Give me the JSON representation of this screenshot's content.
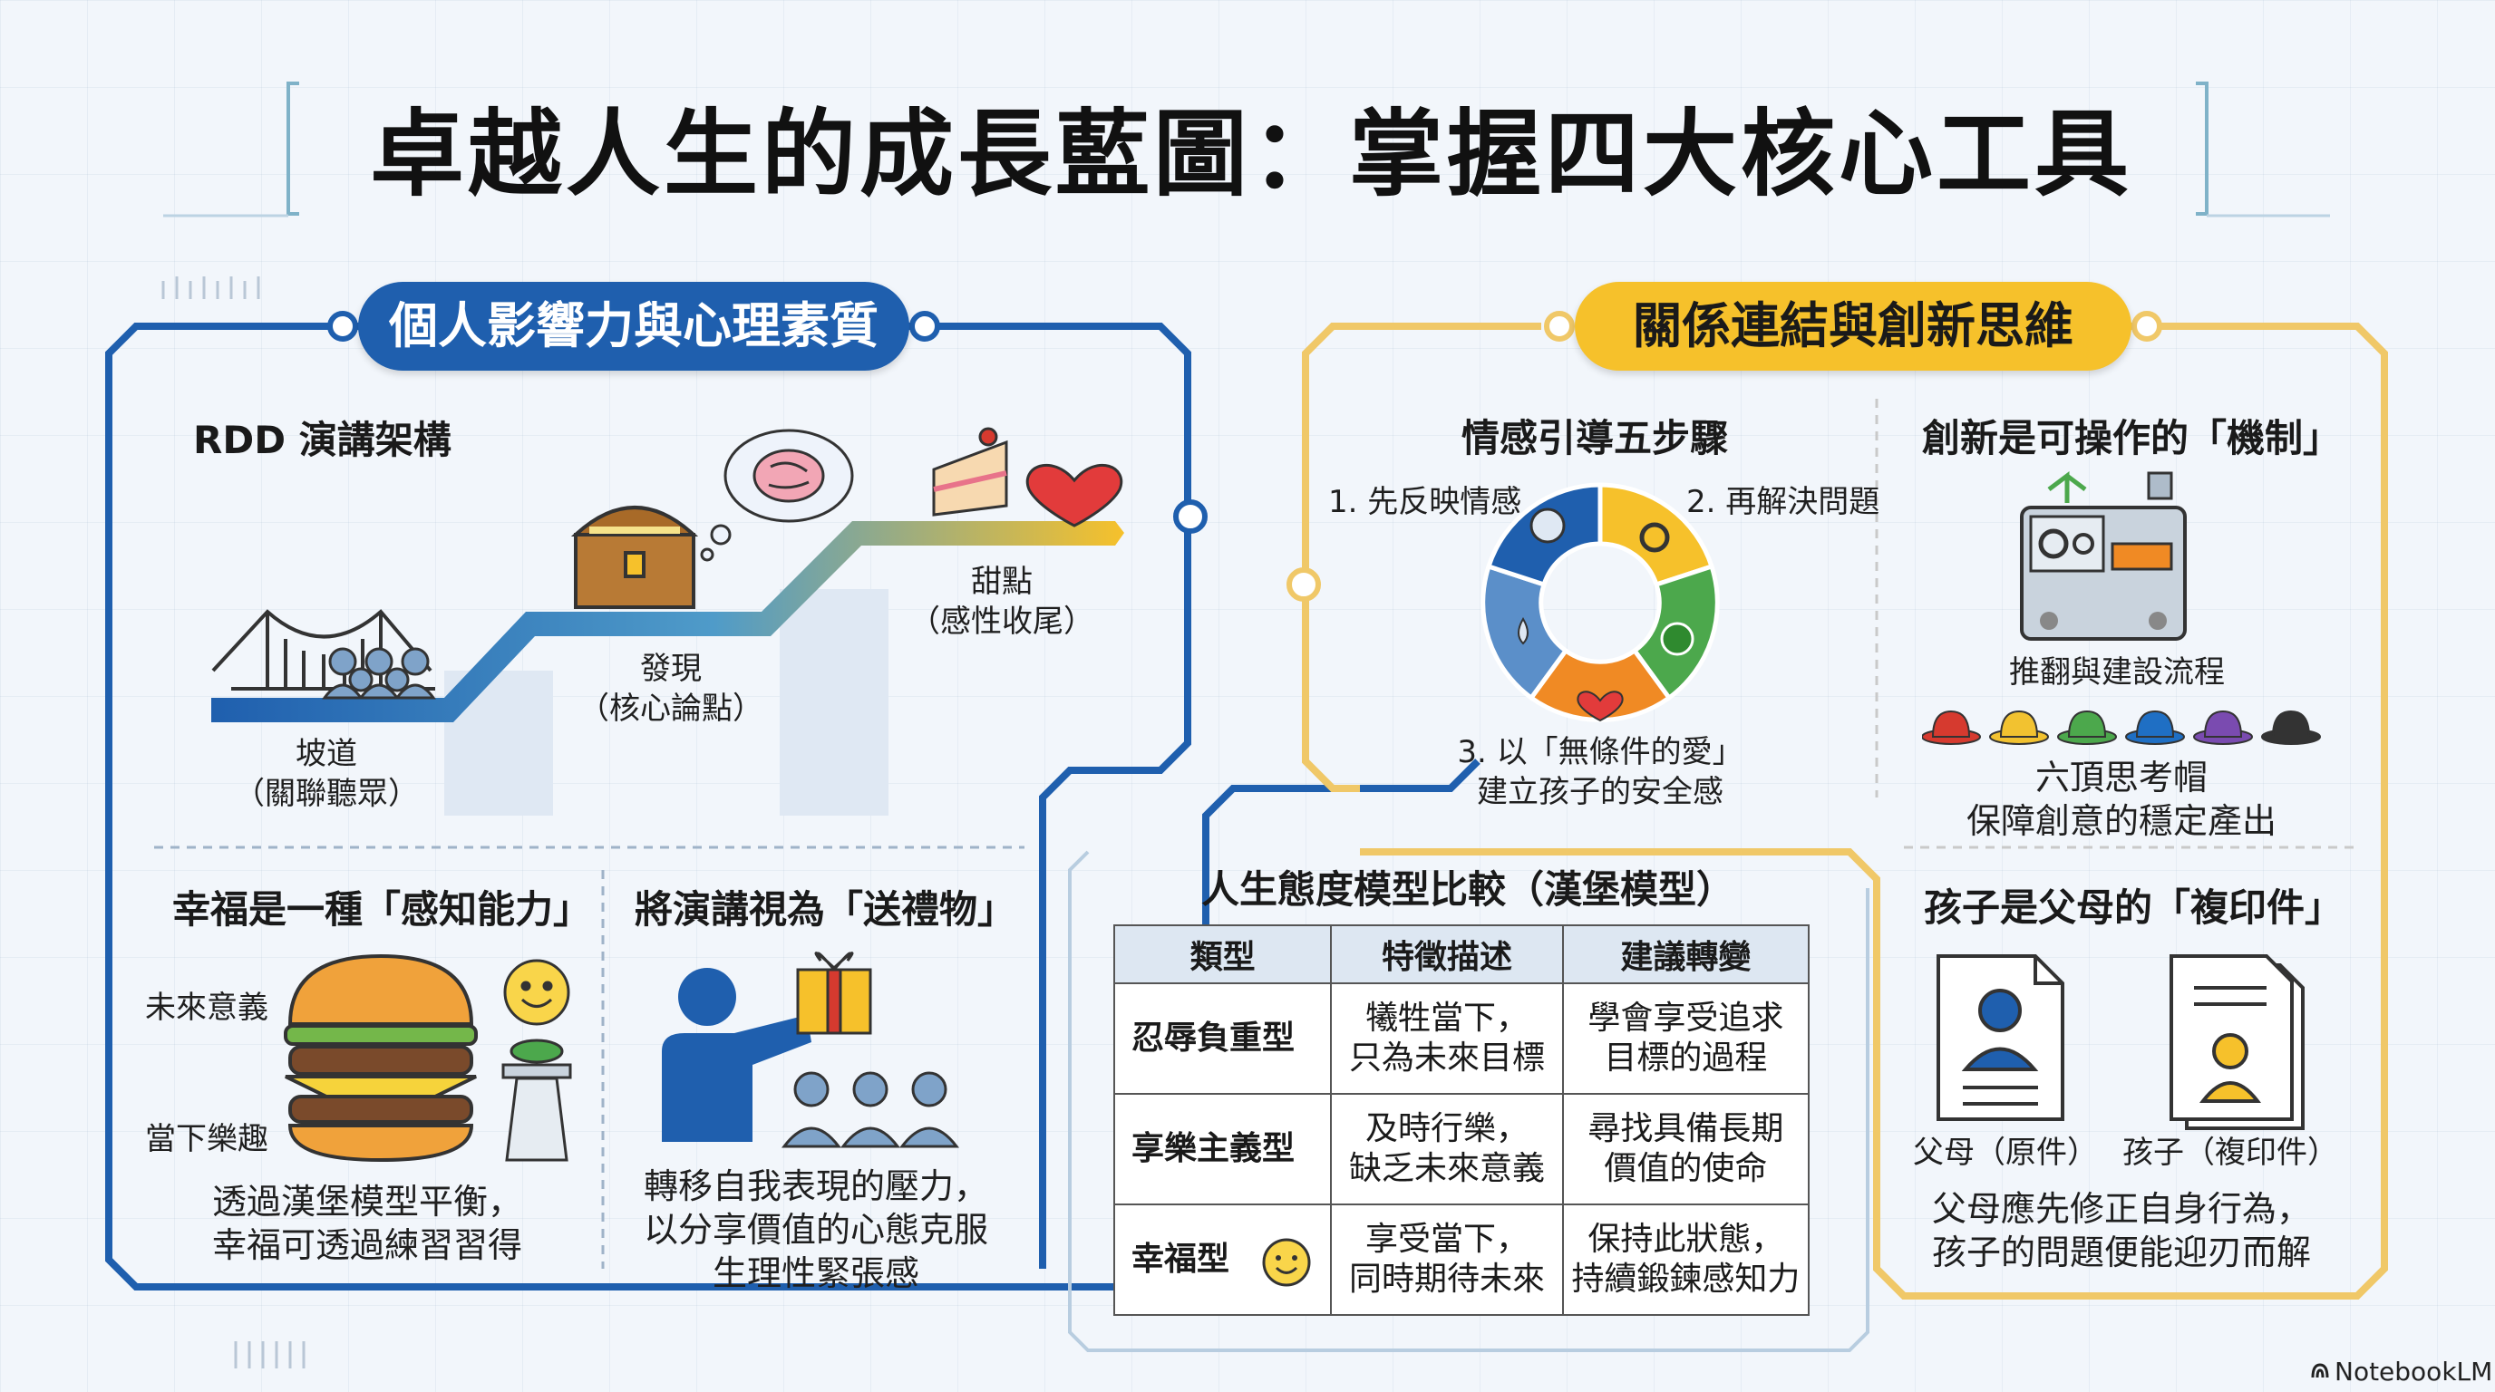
{
  "title": "卓越人生的成長藍圖：掌握四大核心工具",
  "colors": {
    "blue": "#1f5fae",
    "gold": "#f6c12b",
    "orange": "#f08a24",
    "green": "#4ca84c",
    "background": "#f2f6fb"
  },
  "left_panel": {
    "heading": "個人影響力與心理素質",
    "rdd": {
      "title": "RDD 演講架構",
      "ramp": "坡道\n（關聯聽眾）",
      "discovery": "發現\n（核心論點）",
      "dessert": "甜點\n（感性收尾）",
      "icons": [
        "bridge-icon",
        "audience-icon",
        "treasure-chest-icon",
        "brain-thought-icon",
        "cake-icon",
        "heart-icon"
      ]
    },
    "happiness": {
      "title": "幸福是一種「感知能力」",
      "future_label": "未來意義",
      "present_label": "當下樂趣",
      "caption": "透過漢堡模型平衡，\n幸福可透過練習習得",
      "icons": [
        "hamburger-icon",
        "smiley-icon",
        "stand-icon"
      ]
    },
    "speech_gift": {
      "title": "將演講視為「送禮物」",
      "caption": "轉移自我表現的壓力，\n以分享價值的心態克服\n生理性緊張感",
      "icons": [
        "speaker-icon",
        "gift-icon",
        "audience-icon"
      ]
    }
  },
  "right_panel": {
    "heading": "關係連結與創新思維",
    "emotion_guide": {
      "title": "情感引導五步驟",
      "step1": "1. 先反映情感",
      "step2": "2. 再解決問題",
      "step3": "3. 以「無條件的愛」\n建立孩子的安全感",
      "segment_colors": [
        "#1f5fae",
        "#f6c12b",
        "#4ca84c",
        "#f08a24",
        "#5b8fc9"
      ],
      "icons": [
        "mirror-icon",
        "gear-icon",
        "check-icon",
        "heart-icon",
        "water-drop-icon"
      ]
    },
    "innovation": {
      "title": "創新是可操作的「機制」",
      "machine_caption": "推翻與建設流程",
      "hats_caption": "六頂思考帽\n保障創意的穩定產出",
      "hat_colors": [
        "#d63a2f",
        "#f2c230",
        "#4ca84c",
        "#1f6fc4",
        "#7a4bb0",
        "#333333"
      ],
      "icons": [
        "machine-icon",
        "hat-icon"
      ]
    },
    "copy": {
      "title": "孩子是父母的「複印件」",
      "parent_label": "父母（原件）",
      "child_label": "孩子（複印件）",
      "caption": "父母應先修正自身行為，\n孩子的問題便能迎刃而解",
      "icons": [
        "document-icon",
        "document-stack-icon"
      ]
    }
  },
  "center_panel": {
    "title": "人生態度模型比較（漢堡模型）",
    "headers": [
      "類型",
      "特徵描述",
      "建議轉變"
    ],
    "rows": [
      {
        "type": "忍辱負重型",
        "desc": "犧牲當下，\n只為未來目標",
        "advice": "學會享受追求\n目標的過程"
      },
      {
        "type": "享樂主義型",
        "desc": "及時行樂，\n缺乏未來意義",
        "advice": "尋找具備長期\n價值的使命"
      },
      {
        "type": "幸福型",
        "desc": "享受當下，\n同時期待未來",
        "advice": "保持此狀態，\n持續鍛鍊感知力"
      }
    ]
  },
  "brand": "NotebookLM"
}
